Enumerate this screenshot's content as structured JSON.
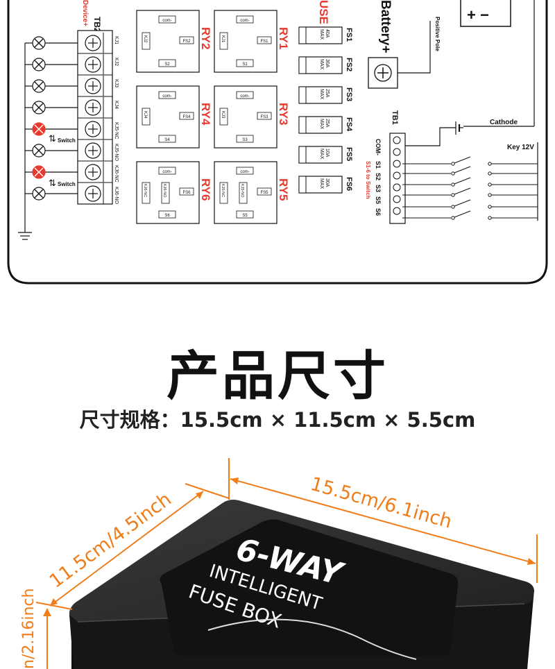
{
  "colors": {
    "accent": "#e63a2e",
    "dimension": "#f07d1a",
    "box_body": "#2a2a2a",
    "label_plate": "#121212"
  },
  "wiring_diagram": {
    "tb2": {
      "label": "TB2",
      "sublabel": "Device+",
      "terminals": [
        "KJ1",
        "KJ2",
        "KJ3",
        "KJ4",
        "KJ5-NC",
        "KJ5-NO",
        "KJ6-NC",
        "KJ6-NO"
      ]
    },
    "switch_label": "Switch",
    "relays": [
      {
        "name": "RY2",
        "com": "com-",
        "kj": "KJ2",
        "fs": "FS2",
        "s": "S2"
      },
      {
        "name": "RY1",
        "com": "com-",
        "kj": "KJ1",
        "fs": "FS1",
        "s": "S1"
      },
      {
        "name": "RY4",
        "com": "com-",
        "kj": "KJ4",
        "fs": "FS4",
        "s": "S4"
      },
      {
        "name": "RY3",
        "com": "com-",
        "kj": "KJ3",
        "fs": "FS3",
        "s": "S3"
      },
      {
        "name": "RY6",
        "com": "com-",
        "kj_nc": "KJ6-NC",
        "kj_no": "KJ6-NO",
        "fs": "FS6",
        "s": "S6"
      },
      {
        "name": "RY5",
        "com": "com-",
        "kj_nc": "KJ5-NC",
        "kj_no": "KJ5-NO",
        "fs": "FS5",
        "s": "S5"
      }
    ],
    "fuse_header": "USE",
    "fuses": [
      {
        "name": "FS1",
        "amp": "40A",
        "max": "MAX"
      },
      {
        "name": "FS2",
        "amp": "30A",
        "max": "MAX"
      },
      {
        "name": "FS3",
        "amp": "25A",
        "max": "MAX"
      },
      {
        "name": "FS4",
        "amp": "25A",
        "max": "MAX"
      },
      {
        "name": "FS5",
        "amp": "10A",
        "max": "MAX"
      },
      {
        "name": "FS6",
        "amp": "30A",
        "max": "MAX"
      }
    ],
    "battery_label": "Battery+",
    "battery_sign": "+ −",
    "positive_pole_label": "Positive Pole",
    "cathode_label": "Cathode",
    "key_label": "Key 12V",
    "tb1": {
      "label": "TB1",
      "terminals": [
        "COM-",
        "S1",
        "S2",
        "S3",
        "S5",
        "S6"
      ],
      "note": "S1-6 to Switch"
    }
  },
  "section": {
    "title": "产品尺寸",
    "spec": "尺寸规格：15.5cm × 11.5cm × 5.5cm"
  },
  "product": {
    "dim_length": "15.5cm/6.1inch",
    "dim_width": "11.5cm/4.5inch",
    "dim_height": "n/2.16inch",
    "label_line1": "6-WAY",
    "label_line2": "INTELLIGENT",
    "label_line3": "FUSE BOX"
  }
}
